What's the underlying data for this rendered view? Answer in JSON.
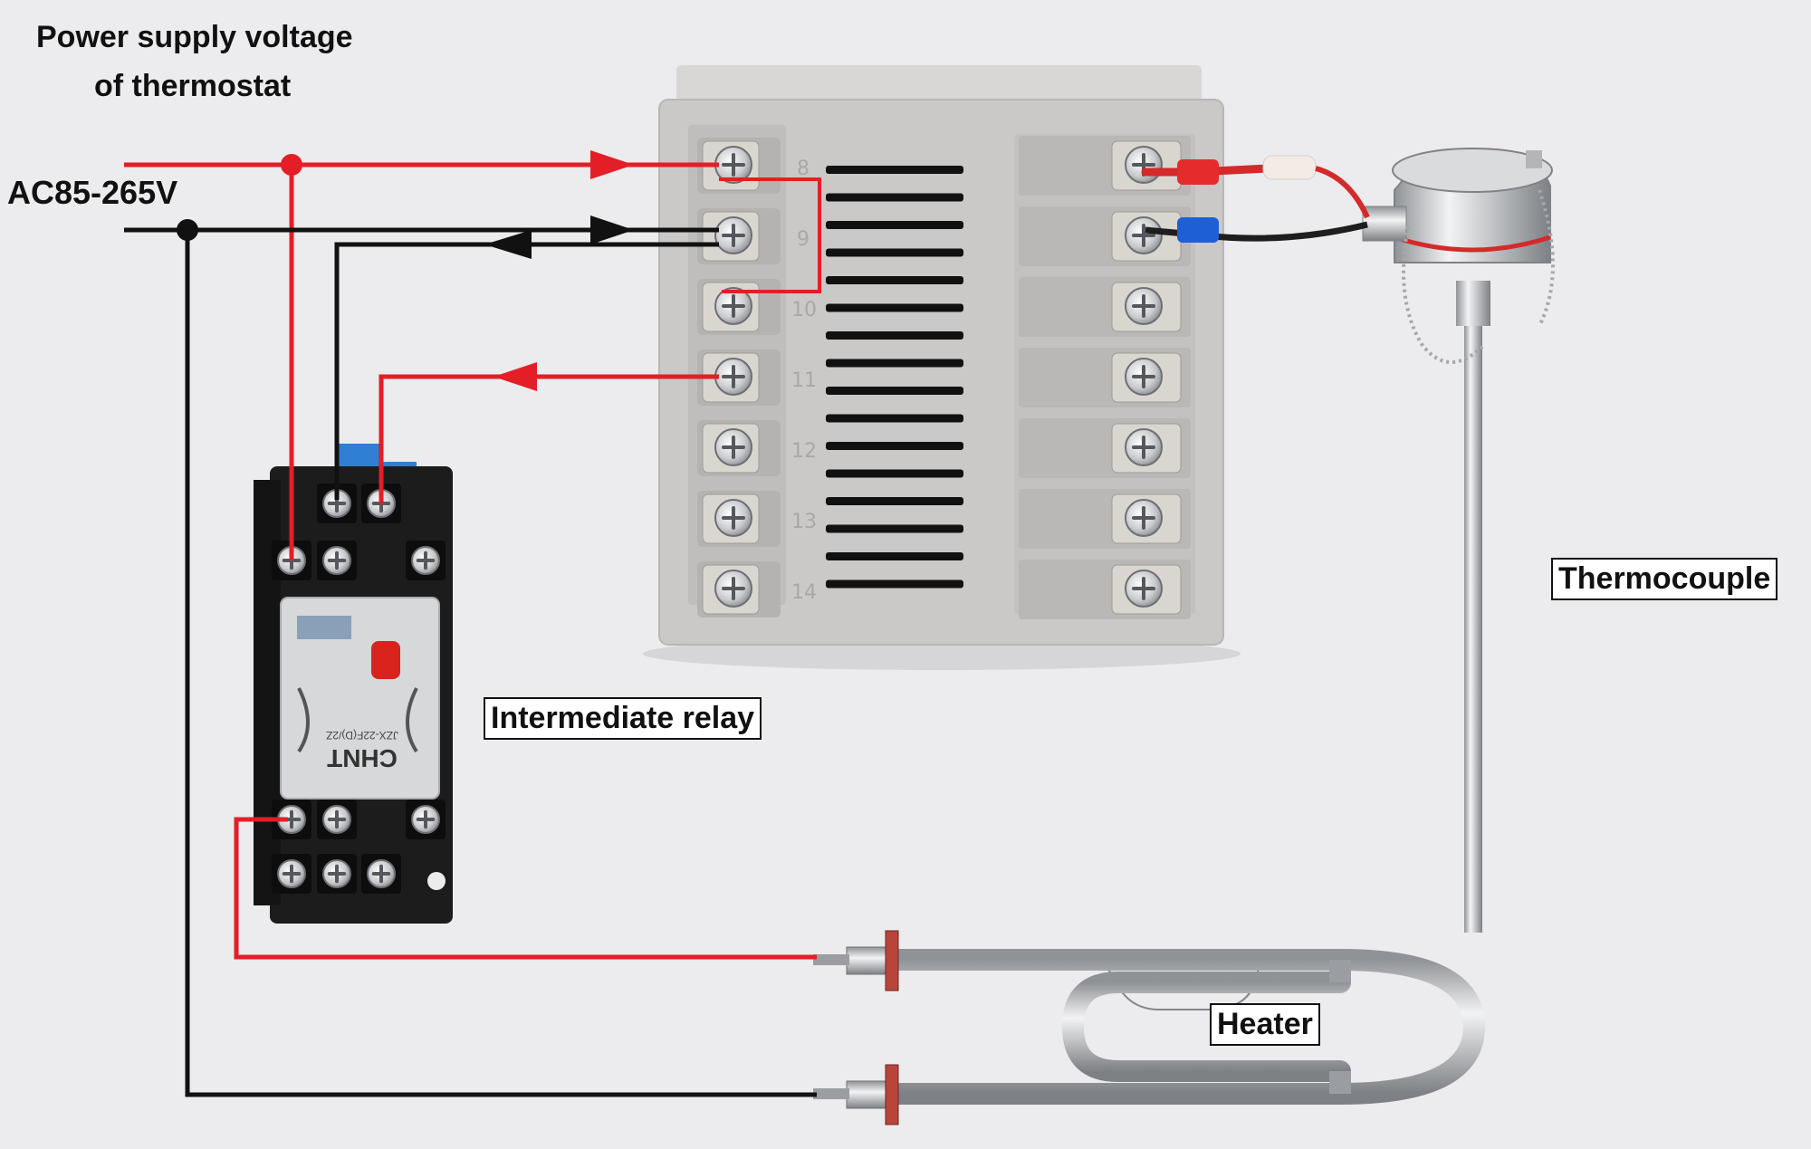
{
  "labels": {
    "power_title_line1": "Power supply voltage",
    "power_title_line2": "of thermostat",
    "voltage": "AC85-265V",
    "relay": "Intermediate relay",
    "thermocouple": "Thermocouple",
    "heater": "Heater"
  },
  "thermostat": {
    "left_terminal_numbers": [
      "8",
      "9",
      "10",
      "11",
      "12",
      "13",
      "14"
    ],
    "right_terminal_count": 7
  },
  "relay": {
    "brand": "CHNT",
    "model": "JZX-22F(D)/2Z"
  },
  "colors": {
    "live_wire": "#e41e26",
    "neutral_wire": "#111111",
    "background": "#ecebed",
    "thermostat_body": "#c9c8c6",
    "relay_base": "#1c1c1c",
    "relay_clip": "#2f7fd4"
  }
}
